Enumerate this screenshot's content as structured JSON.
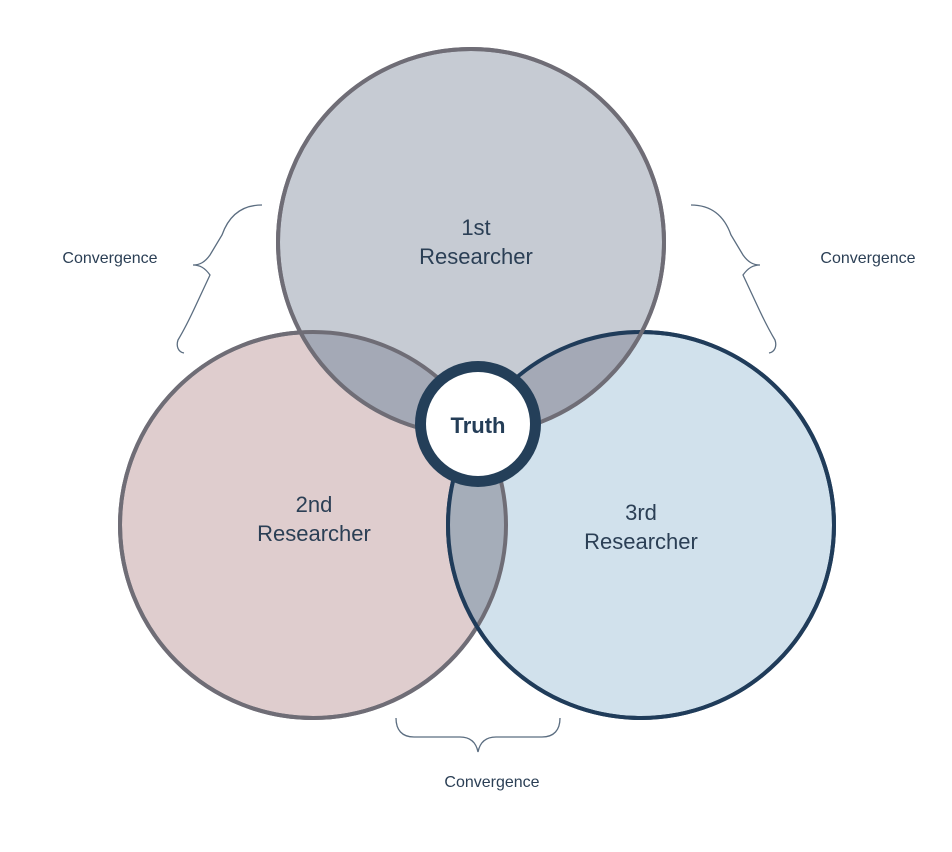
{
  "circles": [
    {
      "id": "first",
      "line1": "1st",
      "line2": "Researcher",
      "fill": "#c6cbd3",
      "stroke": "#6f6d76"
    },
    {
      "id": "second",
      "line1": "2nd",
      "line2": "Researcher",
      "fill": "#dfcdce",
      "stroke": "#6f6d76"
    },
    {
      "id": "third",
      "line1": "3rd",
      "line2": "Researcher",
      "fill": "#d1e1ec",
      "stroke": "#203c5a"
    }
  ],
  "overlap_fill": "#9da3b0",
  "center": {
    "label": "Truth",
    "ring_color": "#243f59",
    "inner_fill": "#ffffff"
  },
  "convergence": {
    "left": "Convergence",
    "right": "Convergence",
    "bottom": "Convergence"
  },
  "bracket_color": "#5b6d80"
}
